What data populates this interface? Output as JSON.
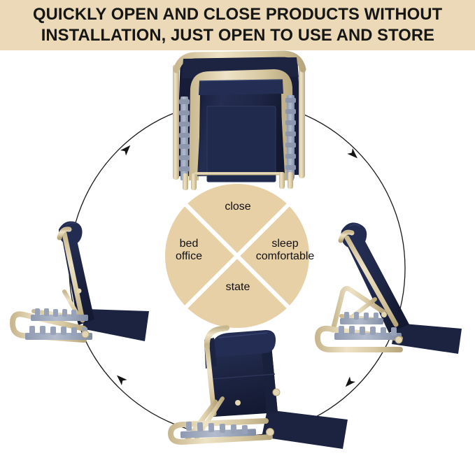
{
  "banner": {
    "line1": "QUICKLY OPEN AND CLOSE PRODUCTS WITHOUT",
    "line2": "INSTALLATION, JUST OPEN TO USE AND STORE",
    "background_color": "#ebd9b7",
    "text_color": "#161616"
  },
  "wheel": {
    "fill_color": "#e7cfa6",
    "divider_color": "#ffffff",
    "sectors": [
      {
        "id": "close",
        "label": "close",
        "position": "top"
      },
      {
        "id": "sleep-comfortable",
        "label": "sleep\ncomfortable",
        "position": "right"
      },
      {
        "id": "state",
        "label": "state",
        "position": "bottom"
      },
      {
        "id": "bed-office",
        "label": "bed\noffice",
        "position": "left"
      }
    ]
  },
  "flow": {
    "ring_color": "#1a1a1a",
    "arrow_count": 4,
    "direction": "clockwise"
  },
  "product": {
    "name": "folding adjustable bed backrest",
    "frame_color": "#ddd0ab",
    "frame_shadow_color": "#b9a77e",
    "fabric_color": "#1f2745",
    "fabric_shadow_color": "#141a32",
    "fabric_highlight_color": "#2c3758",
    "ratchet_color": "#9fa9be",
    "ratchet_shadow_color": "#7f8aa3",
    "views": [
      {
        "id": "folded-flat",
        "position": "top",
        "caption": "close"
      },
      {
        "id": "reclined",
        "position": "right",
        "caption": "sleep comfortable"
      },
      {
        "id": "upright-three-quarter",
        "position": "bottom",
        "caption": "state"
      },
      {
        "id": "upright-side",
        "position": "left",
        "caption": "bed office"
      }
    ]
  }
}
